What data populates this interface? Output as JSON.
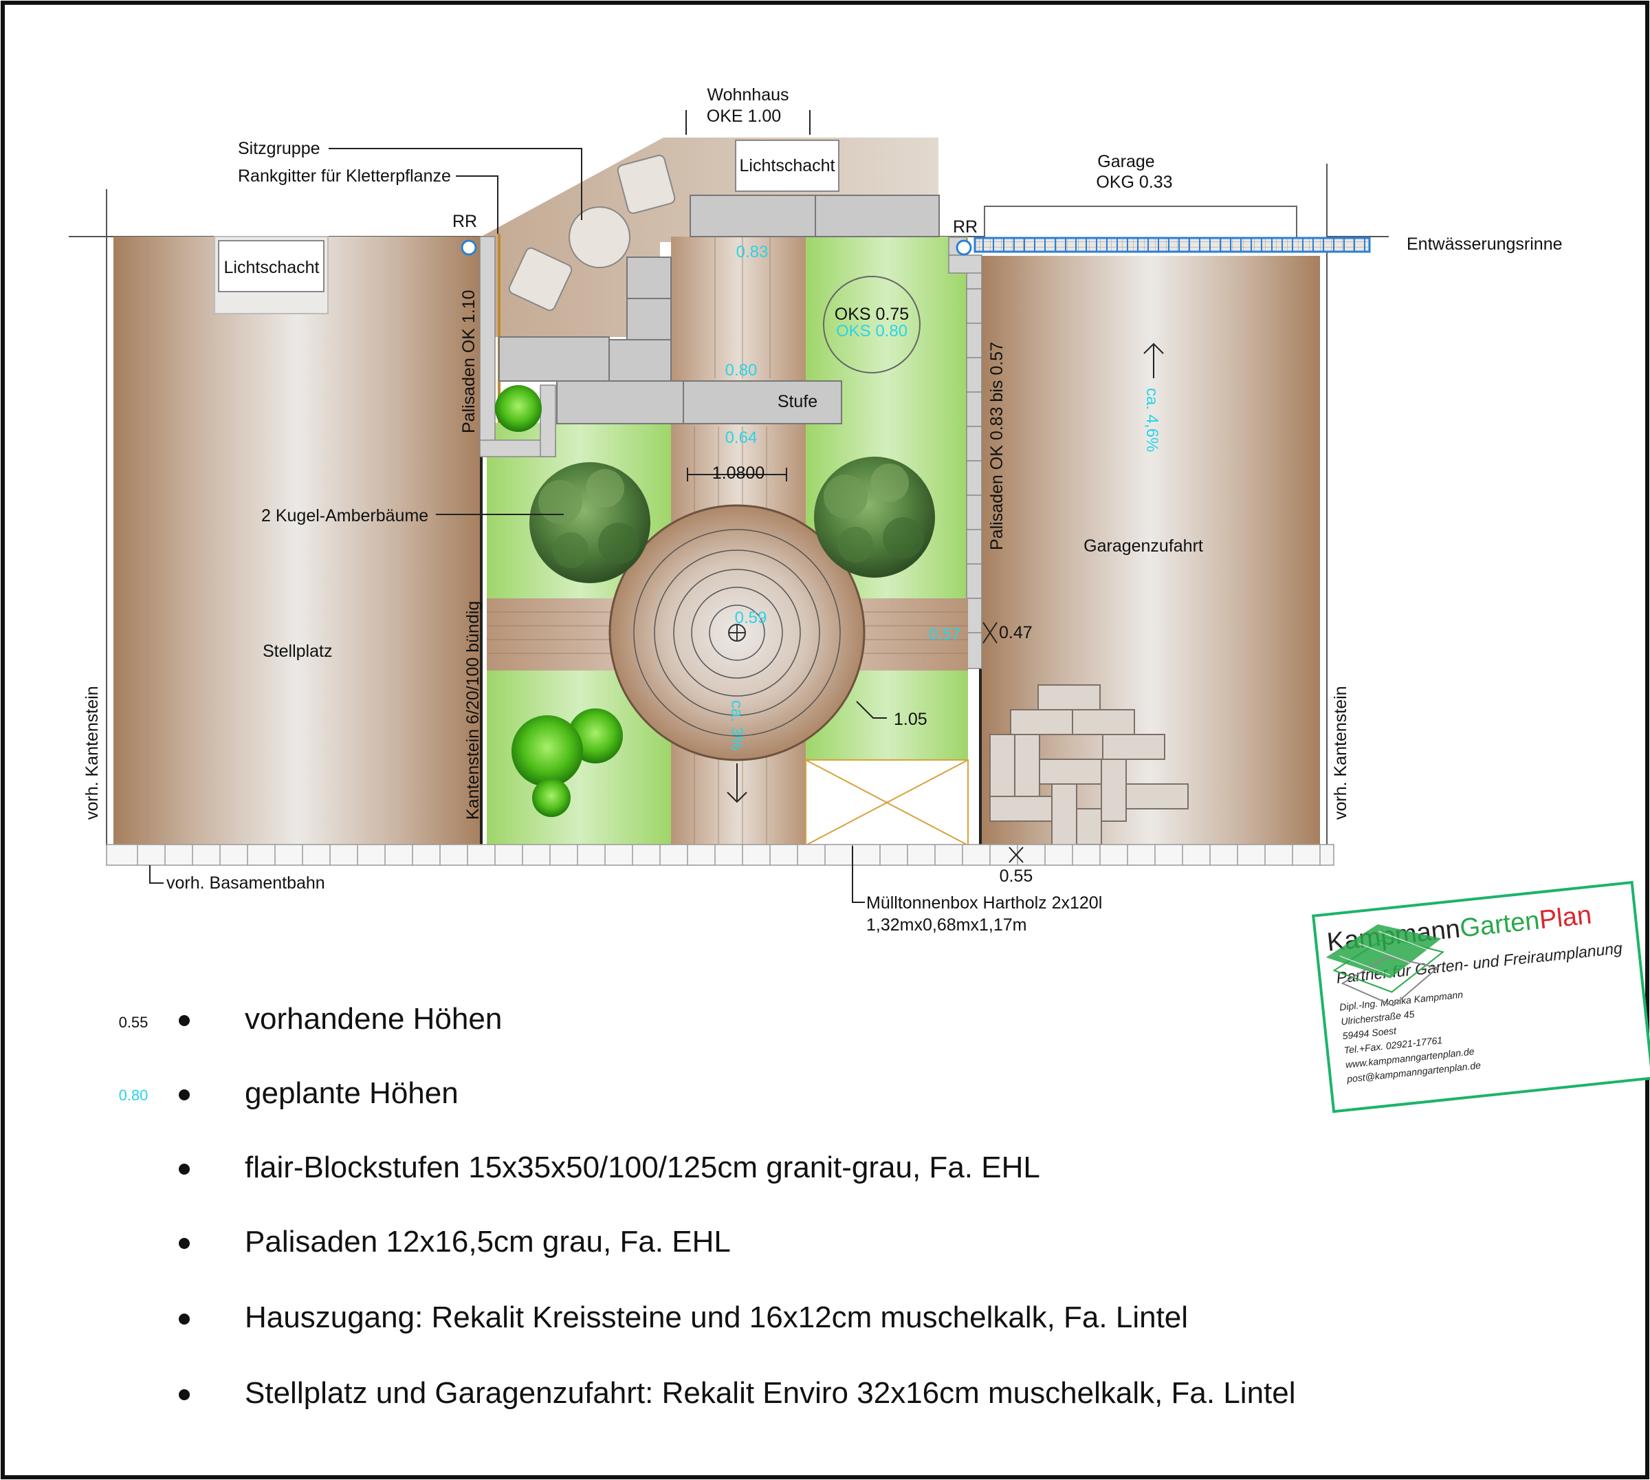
{
  "plan": {
    "labels": {
      "wohnhaus": "Wohnhaus",
      "oke": "OKE 1.00",
      "lichtschacht_house": "Lichtschacht",
      "lichtschacht_left": "Lichtschacht",
      "sitzgruppe": "Sitzgruppe",
      "rankgitter": "Rankgitter für Kletterpflanze",
      "rr_left": "RR",
      "rr_right": "RR",
      "garage": "Garage",
      "okg": "OKG 0.33",
      "rinne": "Entwässerungsrinne",
      "palisaden_left": "Palisaden OK 1.10",
      "palisaden_right": "Palisaden OK 0.83 bis 0.57",
      "stufe": "Stufe",
      "oks_exist": "OKS 0.75",
      "oks_plan": "OKS 0.80",
      "amber": "2 Kugel-Amberbäume",
      "width_path": "1.0800",
      "stellplatz": "Stellplatz",
      "kantenstein_bundig": "Kantenstein 6/20/100 bündig",
      "vorh_kantenstein_left": "vorh. Kantenstein",
      "vorh_kantenstein_right": "vorh. Kantenstein",
      "garagenzufahrt": "Garagenzufahrt",
      "gefaelle": "ca. 4,6%",
      "kreis_gefaelle": "ca. 3%",
      "h_047": "0.47",
      "h_105": "1.05",
      "h_055": "0.55",
      "basament": "vorh. Basamentbahn",
      "muell1": "Mülltonnenbox Hartholz 2x120l",
      "muell2": "1,32mx0,68mx1,17m"
    },
    "planned_heights": {
      "h083": "0.83",
      "h080": "0.80",
      "h064": "0.64",
      "h059": "0.59",
      "h057": "0.57"
    }
  },
  "legend": {
    "existing_sample": "0.55",
    "planned_sample": "0.80",
    "items": [
      "vorhandene Höhen",
      "geplante Höhen",
      "flair-Blockstufen 15x35x50/100/125cm granit-grau, Fa. EHL",
      "Palisaden 12x16,5cm grau, Fa. EHL",
      "Hauszugang: Rekalit Kreissteine und 16x12cm muschelkalk, Fa. Lintel",
      "Stellplatz und Garagenzufahrt: Rekalit Enviro 32x16cm muschelkalk, Fa. Lintel"
    ]
  },
  "logo": {
    "brand_1": "Kampmann",
    "brand_2": "Garten",
    "brand_3": "Plan",
    "tagline": "Partner für Garten- und Freiraumplanung",
    "address": [
      "Dipl.-Ing. Monika Kampmann",
      "Ulricherstraße 45",
      "59494 Soest",
      "Tel.+Fax. 02921-17761",
      "www.kampmanngartenplan.de",
      "post@kampmanngartenplan.de"
    ]
  },
  "colors": {
    "paving_brown": "#b08a68",
    "paving_light": "#e2dcd6",
    "lawn": "#b6e08a",
    "planned_height": "#2ad4e6",
    "stone_grey": "#c8c8c8",
    "brand_green": "#29a84a",
    "brand_red": "#d8262e"
  }
}
